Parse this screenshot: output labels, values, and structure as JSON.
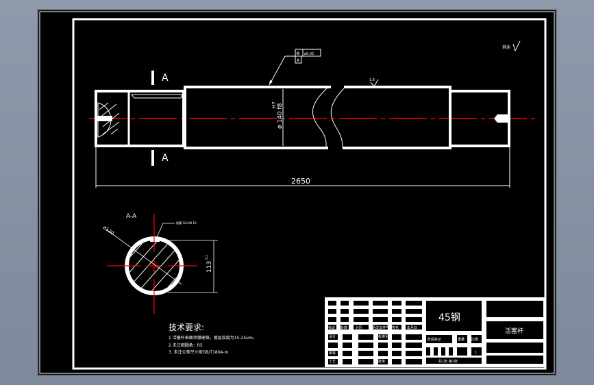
{
  "drawing": {
    "section_mark": "A",
    "overall_length": "2650",
    "diameter_dim": "ø 140 f8",
    "diameter_fit": "H7",
    "tolerance_frame": {
      "symbol": "⊚",
      "value": "ø0.02",
      "datum": "A"
    },
    "roughness_main": "1.6",
    "roughness_corner_label": "其余",
    "section_title": "A-A",
    "section_diameter": "ø120",
    "section_keyway_note": "键槽 32×N9 16",
    "section_depth_dim": "113",
    "section_depth_tol": "-0.2",
    "colors": {
      "background": "#000000",
      "line": "#ffffff",
      "centerline": "#ff0000",
      "chrome": "#8a96a8"
    }
  },
  "tech_requirements": {
    "title": "技术要求:",
    "items": [
      "1  活塞杆表面须镀硬铬，镀层厚度为15-25um。",
      "2  未注倒圆角：R5",
      "3.  未注公差尺寸按GB/T1804-m"
    ]
  },
  "title_block": {
    "material": "45钢",
    "part_name": "活塞杆",
    "header_row": [
      "标记",
      "处数",
      "分区",
      "更改文件号",
      "签名",
      "年月日"
    ],
    "left_labels": [
      "设计",
      "审核",
      "工艺"
    ],
    "mid_labels": [
      "标准化",
      "批准"
    ],
    "stage_labels": [
      "阶段标记",
      "重量",
      "比例"
    ],
    "scale": "1",
    "sheet": "共1张  第1张"
  }
}
